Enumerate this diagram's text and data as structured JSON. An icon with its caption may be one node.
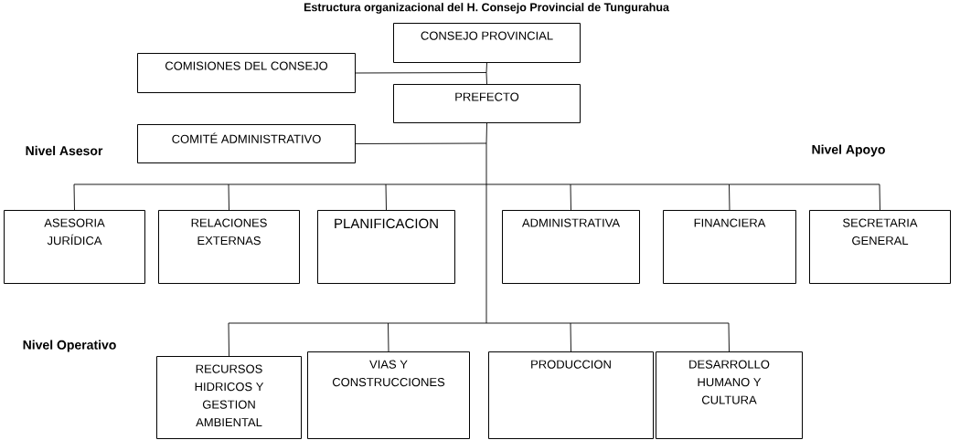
{
  "diagram": {
    "title": "Estructura organizacional del H. Consejo Provincial de Tungurahua",
    "nodes": [
      {
        "text": [
          "CONSEJO PROVINCIAL"
        ]
      },
      {
        "text": [
          "COMISIONES DEL CONSEJO"
        ]
      },
      {
        "text": [
          "PREFECTO"
        ]
      },
      {
        "text": [
          "COMITÉ ADMINISTRATIVO"
        ]
      },
      {
        "text": [
          "ASESORIA JURÍDICA"
        ]
      },
      {
        "text": [
          "RELACIONES EXTERNAS"
        ]
      },
      {
        "text": [
          "PLANIFICACION"
        ]
      },
      {
        "text": [
          "ADMINISTRATIVA"
        ]
      },
      {
        "text": [
          "FINANCIERA"
        ]
      },
      {
        "text": [
          "SECRETARIA GENERAL"
        ]
      },
      {
        "text": [
          "RECURSOS HIDRICOS Y GESTION AMBIENTAL"
        ]
      },
      {
        "text": [
          "VIAS Y CONSTRUCCIONES"
        ]
      },
      {
        "text": [
          "PRODUCCION"
        ]
      },
      {
        "text": [
          "DESARROLLO HUMANO Y CULTURA"
        ]
      }
    ],
    "edges": [
      {
        "from": 0,
        "to": 2,
        "arrow": "none"
      },
      {
        "from": 0,
        "to": 1,
        "arrow": "none"
      },
      {
        "from": 2,
        "to": 3,
        "arrow": "none"
      },
      {
        "from": 2,
        "to": 4,
        "arrow": "none"
      },
      {
        "from": 2,
        "to": 5,
        "arrow": "none"
      },
      {
        "from": 2,
        "to": 6,
        "arrow": "none"
      },
      {
        "from": 2,
        "to": 7,
        "arrow": "none"
      },
      {
        "from": 2,
        "to": 8,
        "arrow": "none"
      },
      {
        "from": 2,
        "to": 9,
        "arrow": "none"
      },
      {
        "from": 2,
        "to": 10,
        "arrow": "none"
      },
      {
        "from": 2,
        "to": 11,
        "arrow": "none"
      },
      {
        "from": 2,
        "to": 12,
        "arrow": "none"
      },
      {
        "from": 2,
        "to": 13,
        "arrow": "none"
      }
    ],
    "labels": [
      "Nivel Asesor",
      "Nivel Apoyo",
      "Nivel Operativo"
    ]
  }
}
